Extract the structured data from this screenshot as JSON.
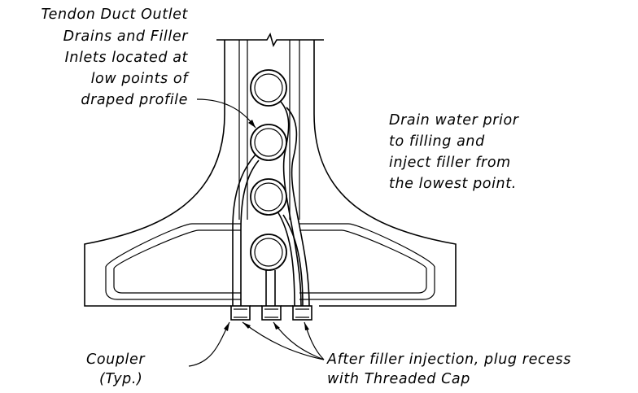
{
  "labels": {
    "drains_inlets": [
      "Tendon Duct Outlet",
      "Drains and Filler",
      "Inlets located at",
      "low points of",
      "draped profile"
    ],
    "drain_water": [
      "Drain water prior",
      "to filling and",
      "inject filler from",
      "the lowest point."
    ],
    "coupler": [
      "Coupler",
      "(Typ.)"
    ],
    "after_filler": [
      "After filler injection, plug recess",
      "with Threaded Cap"
    ]
  }
}
